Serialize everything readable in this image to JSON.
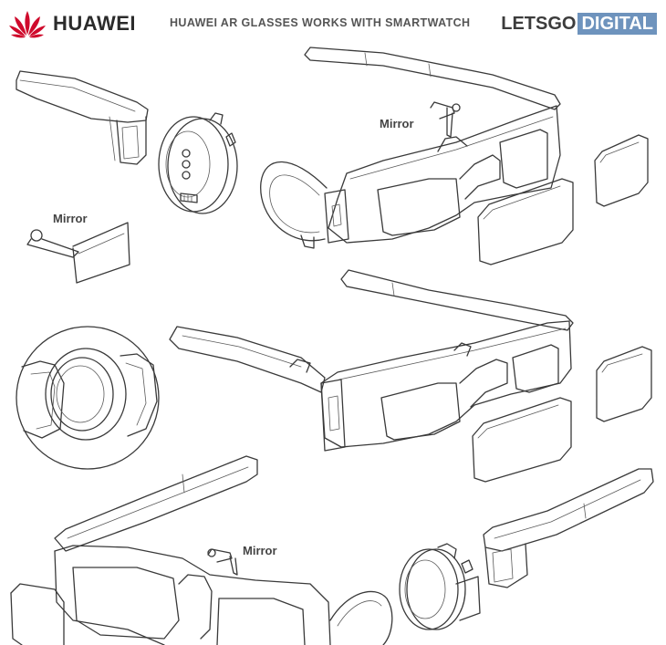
{
  "header": {
    "brand_left": "HUAWEI",
    "title": "HUAWEI AR GLASSES WORKS WITH SMARTWATCH",
    "brand_right_part1": "LETSGO",
    "brand_right_part2": "DIGITAL"
  },
  "labels": {
    "mirror_top": "Mirror",
    "mirror_left": "Mirror",
    "mirror_bottom": "Mirror"
  },
  "colors": {
    "huawei_red": "#cf0a2c",
    "digital_blue": "#6e93bd",
    "line": "#3a3a3a"
  },
  "icons": {
    "logo": "huawei-petal-icon"
  }
}
